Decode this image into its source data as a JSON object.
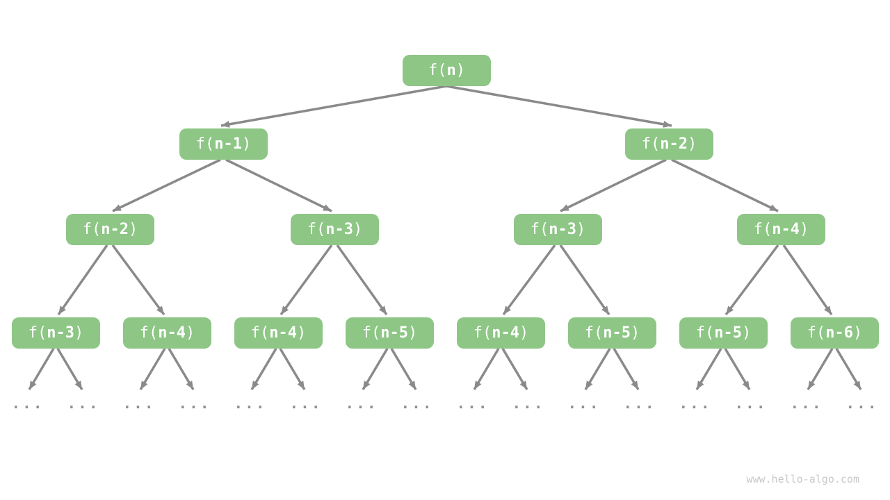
{
  "colors": {
    "node_fill": "#8dc685",
    "node_text": "#ffffff",
    "arrow": "#8a8a8a",
    "dots": "#8f8f8f",
    "watermark": "#c9c9c9"
  },
  "nodes": [
    {
      "level": 1,
      "prefix": "f(",
      "arg": "n",
      "suffix": ")"
    },
    {
      "level": 2,
      "prefix": "f(",
      "arg": "n-1",
      "suffix": ")"
    },
    {
      "level": 2,
      "prefix": "f(",
      "arg": "n-2",
      "suffix": ")"
    },
    {
      "level": 3,
      "prefix": "f(",
      "arg": "n-2",
      "suffix": ")"
    },
    {
      "level": 3,
      "prefix": "f(",
      "arg": "n-3",
      "suffix": ")"
    },
    {
      "level": 3,
      "prefix": "f(",
      "arg": "n-3",
      "suffix": ")"
    },
    {
      "level": 3,
      "prefix": "f(",
      "arg": "n-4",
      "suffix": ")"
    },
    {
      "level": 4,
      "prefix": "f(",
      "arg": "n-3",
      "suffix": ")"
    },
    {
      "level": 4,
      "prefix": "f(",
      "arg": "n-4",
      "suffix": ")"
    },
    {
      "level": 4,
      "prefix": "f(",
      "arg": "n-4",
      "suffix": ")"
    },
    {
      "level": 4,
      "prefix": "f(",
      "arg": "n-5",
      "suffix": ")"
    },
    {
      "level": 4,
      "prefix": "f(",
      "arg": "n-4",
      "suffix": ")"
    },
    {
      "level": 4,
      "prefix": "f(",
      "arg": "n-5",
      "suffix": ")"
    },
    {
      "level": 4,
      "prefix": "f(",
      "arg": "n-5",
      "suffix": ")"
    },
    {
      "level": 4,
      "prefix": "f(",
      "arg": "n-6",
      "suffix": ")"
    }
  ],
  "dots": {
    "label": "..."
  },
  "watermark": {
    "text": "www.hello-algo.com"
  }
}
